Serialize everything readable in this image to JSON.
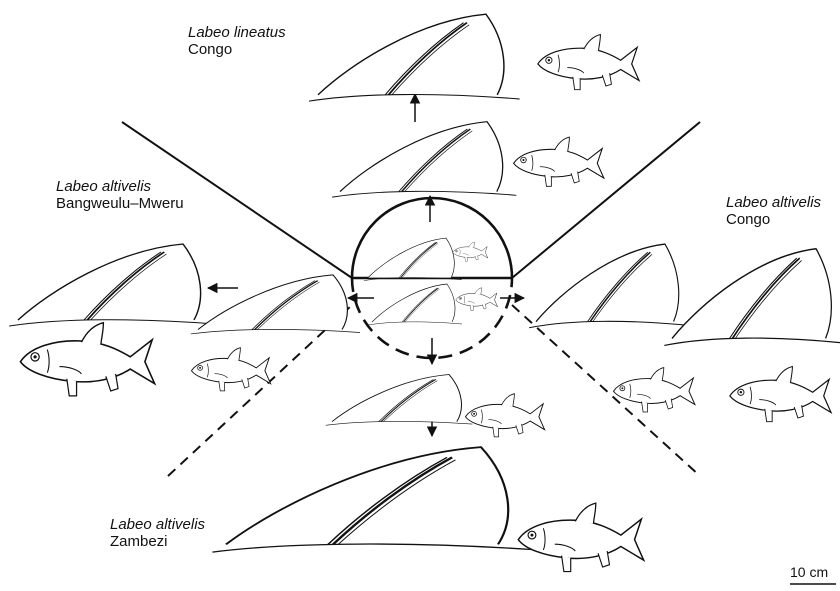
{
  "labels": {
    "top": {
      "species": "Labeo lineatus",
      "locality": "Congo"
    },
    "left": {
      "species": "Labeo altivelis",
      "locality": "Bangweulu–Mweru"
    },
    "right": {
      "species": "Labeo altivelis",
      "locality": "Congo"
    },
    "bottom": {
      "species": "Labeo altivelis",
      "locality": "Zambezi"
    }
  },
  "scale_bar": {
    "label": "10 cm"
  }
}
